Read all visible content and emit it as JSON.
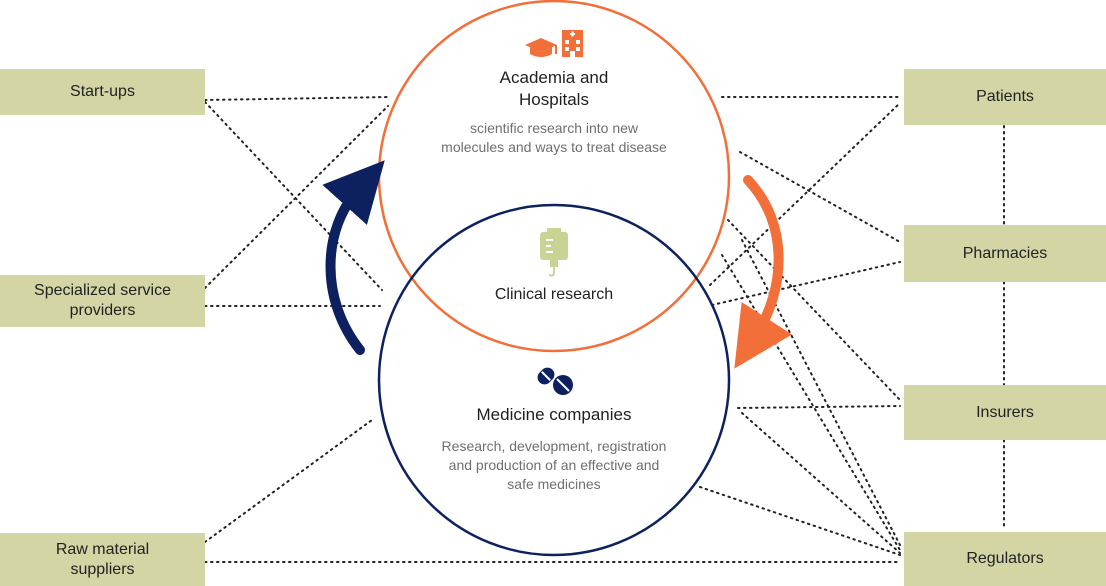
{
  "colors": {
    "box": "#d3d5a5",
    "orange": "#f26f3a",
    "navy": "#0d2160",
    "green_icon": "#c9d393",
    "dotted": "#222222"
  },
  "stakeholders_left": [
    {
      "label": "Start-ups"
    },
    {
      "label": "Specialized service providers"
    },
    {
      "label": "Raw material suppliers"
    }
  ],
  "stakeholders_right": [
    {
      "label": "Patients"
    },
    {
      "label": "Pharmacies"
    },
    {
      "label": "Insurers"
    },
    {
      "label": "Regulators"
    }
  ],
  "academia": {
    "title_line1": "Academia and",
    "title_line2": "Hospitals",
    "desc_line1": "scientific research into new",
    "desc_line2": "molecules and ways to treat disease",
    "icons": [
      "graduation-cap-icon",
      "hospital-icon"
    ]
  },
  "overlap": {
    "label": "Clinical research",
    "icon": "iv-bag-icon"
  },
  "medicine": {
    "title": "Medicine companies",
    "desc_line1": "Research, development, registration",
    "desc_line2": "and production of an effective and",
    "desc_line3": "safe medicines",
    "icon": "pills-icon"
  }
}
